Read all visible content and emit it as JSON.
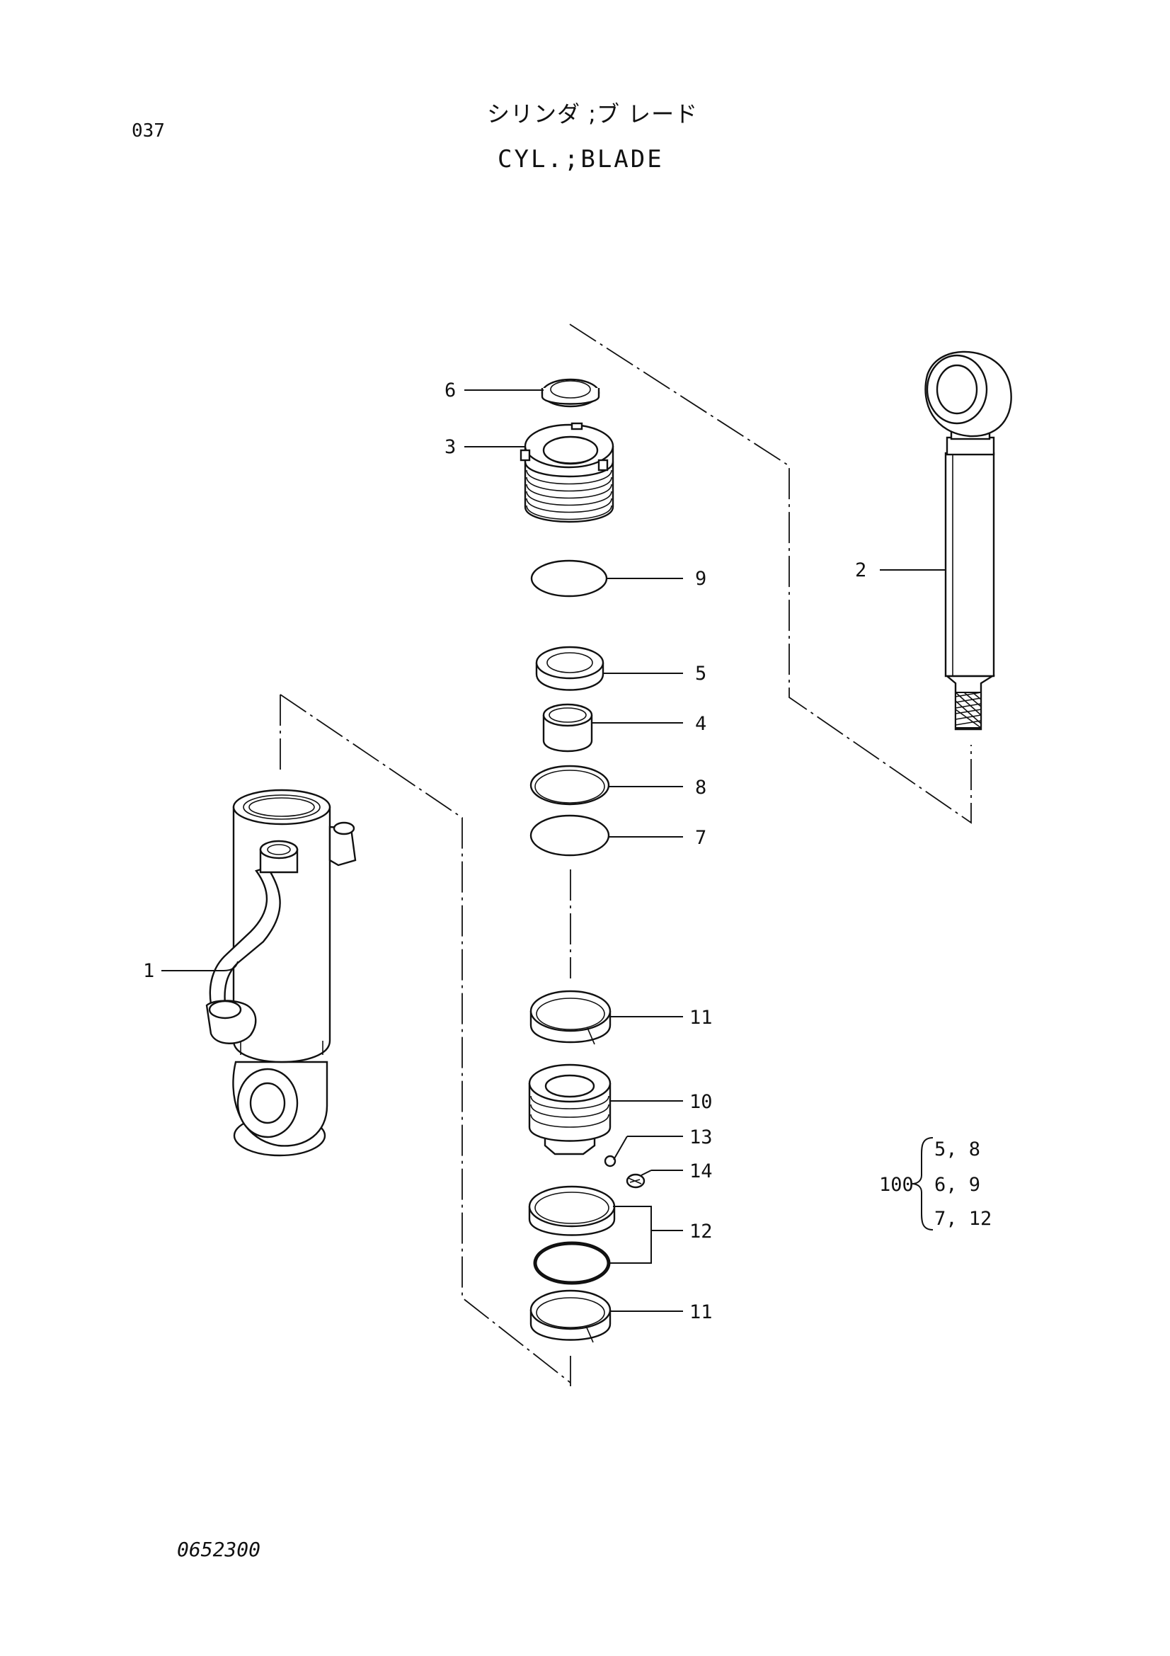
{
  "header": {
    "page_number": "037",
    "title_jp": "シリンダ ;ブ レード",
    "title_en": "CYL.;BLADE"
  },
  "footer": {
    "drawing_number": "0652300"
  },
  "callouts": {
    "c1": "1",
    "c2": "2",
    "c3": "3",
    "c4": "4",
    "c5": "5",
    "c6": "6",
    "c7": "7",
    "c8": "8",
    "c9": "9",
    "c10": "10",
    "c11a": "11",
    "c11b": "11",
    "c12": "12",
    "c13": "13",
    "c14": "14"
  },
  "kit": {
    "label": "100",
    "rows": [
      "5, 8",
      "6, 9",
      "7, 12"
    ]
  }
}
